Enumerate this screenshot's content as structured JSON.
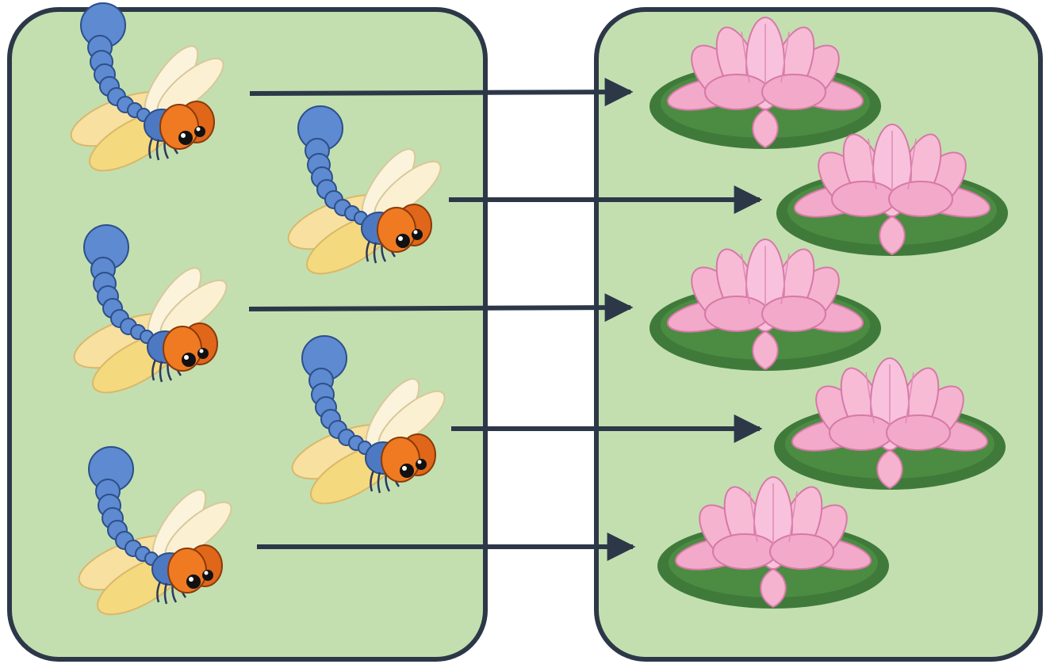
{
  "colors": {
    "panel_fill": "#c3dfb0",
    "panel_stroke": "#2c3848",
    "arrow": "#2c3848",
    "dragonfly_body": "#4d79c2",
    "dragonfly_eye": "#e0661a",
    "dragonfly_wing": "#f5d97e",
    "lily_pad": "#3f7a3a",
    "lotus_petal": "#f0a6c8"
  },
  "left_panel": {
    "items": [
      {
        "kind": "dragonfly"
      },
      {
        "kind": "dragonfly"
      },
      {
        "kind": "dragonfly"
      },
      {
        "kind": "dragonfly"
      },
      {
        "kind": "dragonfly"
      }
    ]
  },
  "right_panel": {
    "items": [
      {
        "kind": "lotus-flower"
      },
      {
        "kind": "lotus-flower"
      },
      {
        "kind": "lotus-flower"
      },
      {
        "kind": "lotus-flower"
      },
      {
        "kind": "lotus-flower"
      }
    ]
  },
  "arrows": [
    {
      "from": 0,
      "to": 0
    },
    {
      "from": 1,
      "to": 1
    },
    {
      "from": 2,
      "to": 2
    },
    {
      "from": 3,
      "to": 3
    },
    {
      "from": 4,
      "to": 4
    }
  ]
}
